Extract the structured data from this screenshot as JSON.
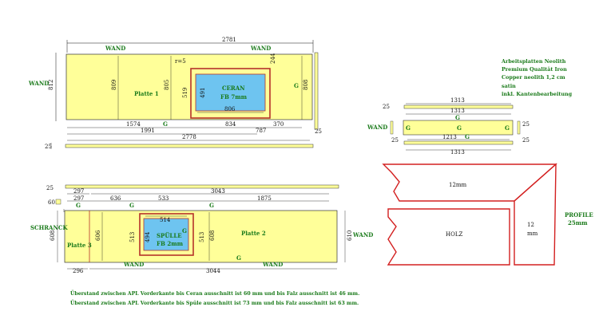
{
  "top_plan": {
    "overall_width": "2781",
    "wall_top_left": "WAND",
    "wall_top_right": "WAND",
    "wall_left": "WAND",
    "left_depth": "812",
    "inner_depth_left": "809",
    "inner_depth_mid": "805",
    "right_depth": "808",
    "radius": "r=5",
    "cutout_offset_top": "244",
    "cutout_height": "519",
    "cutout_inner_height": "491",
    "cutout_width": "806",
    "cooktop_name": "CERAN",
    "cooktop_spec": "FB 7mm",
    "plate_label": "Platte 1",
    "edge_g_right": "G",
    "edge_g_bottom": "G",
    "dim_1574": "1574",
    "dim_834": "834",
    "dim_370": "370",
    "dim_1991": "1991",
    "dim_787": "787",
    "dim_2778": "2778",
    "dim_25_right": "25",
    "dim_25_strip": "25"
  },
  "side_strip": {
    "wall_label": "WAND",
    "length_top": "1313",
    "length_mid": "1313",
    "length_inner": "1213",
    "length_bottom": "1313",
    "g_top": "G",
    "g_mid": "G",
    "g_inner": "G",
    "g_left": "G",
    "g_right": "G",
    "small_25_a": "25",
    "small_25_b": "25",
    "small_25_c": "25",
    "small_25_d": "25"
  },
  "spec": {
    "line1": "Arbeitsplatten Neolith",
    "line2": "Premium Qualität Iron",
    "line3": "Copper neolith 1,2 cm",
    "line4": "satin",
    "line5": "inkl. Kantenbearbeitung"
  },
  "profile": {
    "top_thickness": "12mm",
    "side_thickness": "12",
    "side_unit": "mm",
    "material": "HOLZ",
    "title": "PROFILE",
    "size": "25mm"
  },
  "bottom_plan": {
    "dim_297_a": "297",
    "dim_297_b": "297",
    "dim_636": "636",
    "dim_533": "533",
    "dim_3043": "3043",
    "dim_1875": "1875",
    "dim_25": "25",
    "dim_60": "60",
    "dim_514": "514",
    "cabinet_label": "SCHRANCK",
    "left_depth": "608",
    "depth_606": "606",
    "depth_513": "513",
    "depth_494": "494",
    "depth_513_b": "513",
    "depth_608_b": "608",
    "right_depth": "610",
    "wall_right": "WAND",
    "sink_name": "SPÜLLE",
    "sink_spec": "FB 2mm",
    "plate2": "Platte 2",
    "plate3": "Platte 3",
    "dim_296": "296",
    "dim_3044": "3044",
    "wall_bottom_left": "WAND",
    "wall_bottom_right": "WAND",
    "g_a": "G",
    "g_b": "G",
    "g_c": "G",
    "g_d": "G",
    "g_e": "G"
  },
  "notes": {
    "line1": "Überstand zwischen APL Vorderkante bis Ceran ausschnitt ist 60 mm und bis Falz ausschnitt ist 46 mm.",
    "line2": "Überstand zwischen APL Vorderkante bis Spüle ausschnitt ist 73 mm und bis Falz ausschnitt ist 63 mm."
  },
  "colors": {
    "panel": "#ffff99",
    "cutout_fill": "#6ec4f0",
    "cutout_border": "#b5322a",
    "profile_line": "#d32020",
    "text_green": "#1a7a1a"
  }
}
